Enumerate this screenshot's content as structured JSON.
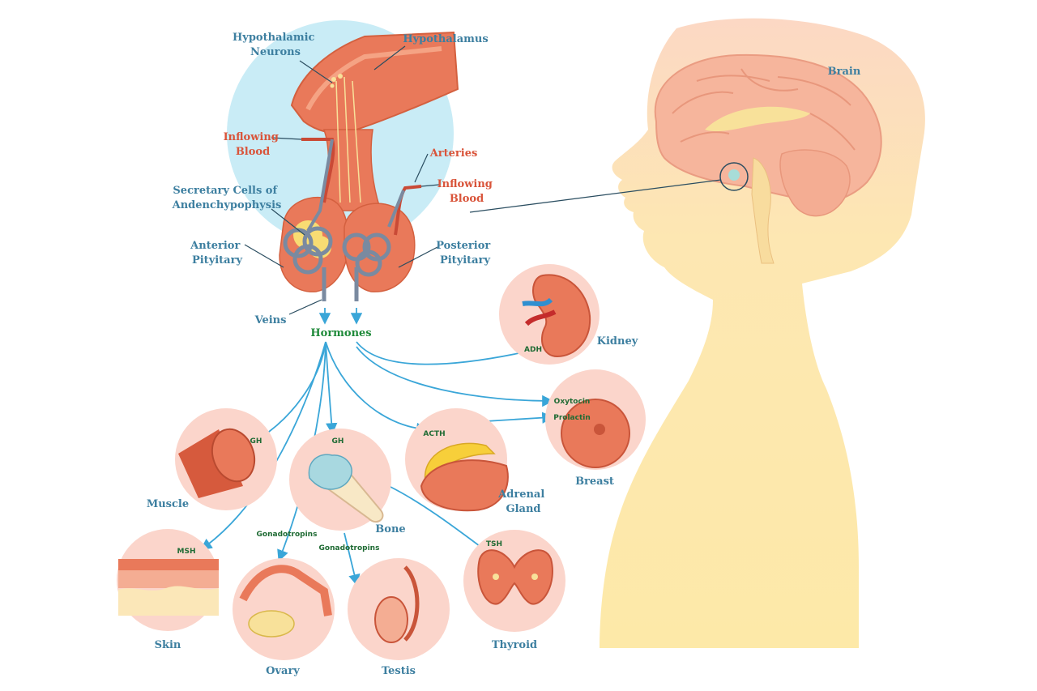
{
  "colors": {
    "label_blue": "#3d7fa0",
    "label_red": "#d9543a",
    "label_green": "#1f8a3a",
    "arrow_blue": "#3aa6d8",
    "skin": "#fcdcc6",
    "neck": "#fde6a8",
    "tissue": "#e9795a",
    "circle_bg": "#fbd5cb"
  },
  "labels": {
    "hypothalamic_neurons": [
      "Hypothalamic",
      "Neurons"
    ],
    "hypothalamus": "Hypothalamus",
    "brain": "Brain",
    "inflowing_blood_left": [
      "Inflowing",
      "Blood"
    ],
    "arteries": "Arteries",
    "inflowing_blood_right": [
      "Inflowing",
      "Blood"
    ],
    "secretary_cells": [
      "Secretary Cells of",
      "Andenchypophysis"
    ],
    "anterior_pituitary": [
      "Anterior",
      "Pityitary"
    ],
    "posterior_pituitary": [
      "Posterior",
      "Pityitary"
    ],
    "veins": "Veins",
    "hormones": "Hormones"
  },
  "organs": {
    "kidney": "Kidney",
    "breast": "Breast",
    "adrenal": [
      "Adrenal",
      "Gland"
    ],
    "muscle": "Muscle",
    "bone": "Bone",
    "skin": "Skin",
    "ovary": "Ovary",
    "testis": "Testis",
    "thyroid": "Thyroid"
  },
  "hormone_tags": {
    "adh": "ADH",
    "oxytocin": "Oxytocin",
    "prolactin": "Prolactin",
    "acth": "ACTH",
    "gh_muscle": "GH",
    "gh_bone": "GH",
    "msh": "MSH",
    "gonadotropins_ovary": "Gonadotropins",
    "gonadotropins_testis": "Gonadotropins",
    "tsh": "TSH"
  }
}
